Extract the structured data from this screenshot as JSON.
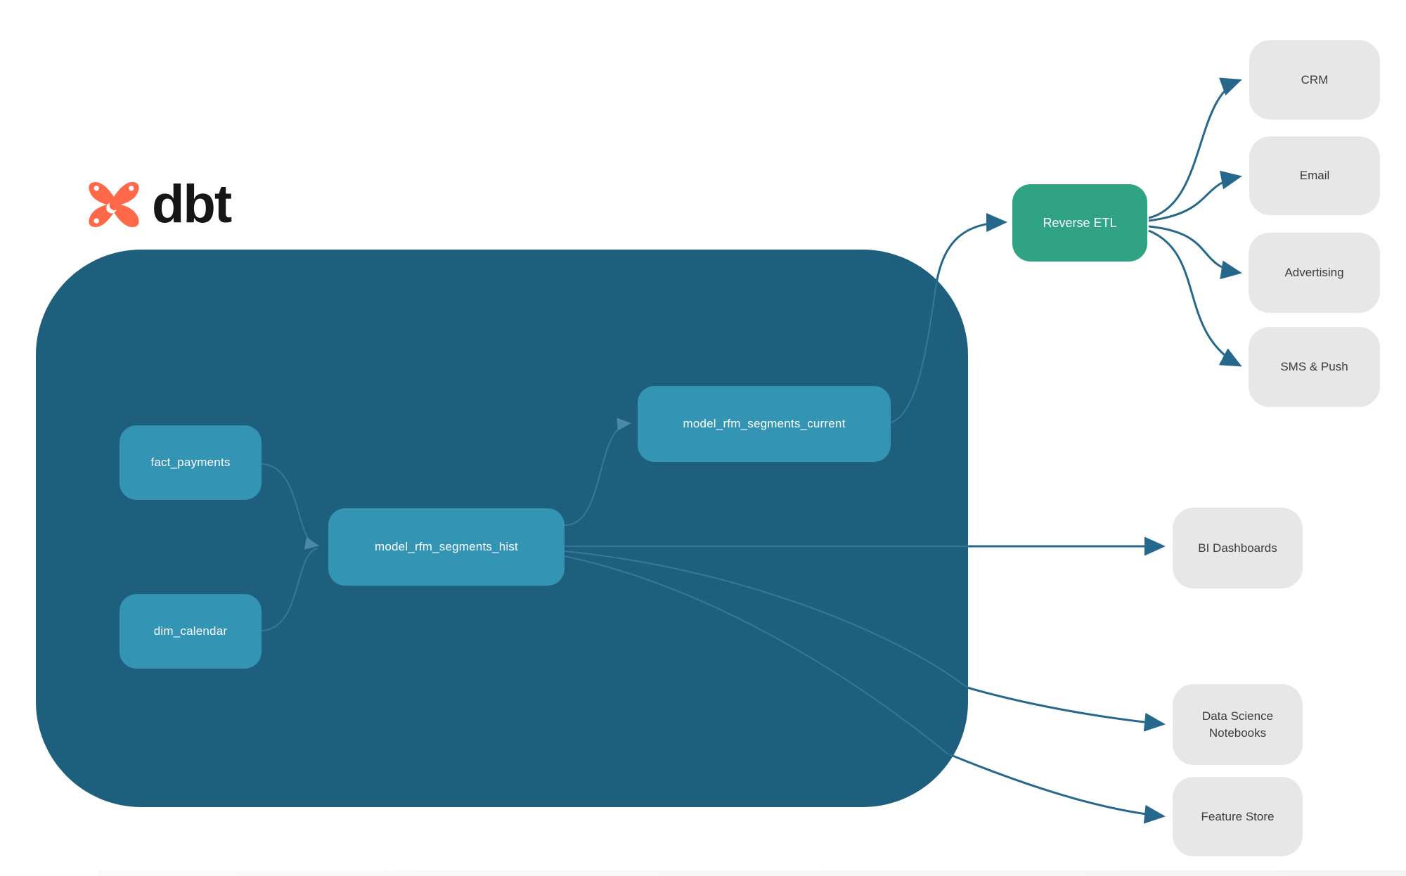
{
  "brand": {
    "name": "dbt"
  },
  "colors": {
    "container": "#1e5f7e",
    "node": "#3394b4",
    "reverse_etl": "#2fa383",
    "destination_box": "#e7e7e7",
    "edge_dark": "#26688c",
    "edge_light": "#36789a",
    "logo_orange": "#ff694a",
    "text_dark": "#3b3b3b",
    "text_light": "#ffffff"
  },
  "dbt_project": {
    "nodes": [
      {
        "id": "fact_payments",
        "label": "fact_payments"
      },
      {
        "id": "dim_calendar",
        "label": "dim_calendar"
      },
      {
        "id": "model_rfm_segments_hist",
        "label": "model_rfm_segments_hist"
      },
      {
        "id": "model_rfm_segments_current",
        "label": "model_rfm_segments_current"
      }
    ]
  },
  "reverse_etl": {
    "label": "Reverse ETL"
  },
  "destinations": [
    {
      "label": "CRM"
    },
    {
      "label": "Email"
    },
    {
      "label": "Advertising"
    },
    {
      "label": "SMS & Push"
    },
    {
      "label": "BI Dashboards"
    },
    {
      "label": "Data Science Notebooks"
    },
    {
      "label": "Feature Store"
    }
  ],
  "edges": [
    {
      "from": "fact_payments",
      "to": "model_rfm_segments_hist"
    },
    {
      "from": "dim_calendar",
      "to": "model_rfm_segments_hist"
    },
    {
      "from": "model_rfm_segments_hist",
      "to": "model_rfm_segments_current"
    },
    {
      "from": "model_rfm_segments_current",
      "to": "Reverse ETL"
    },
    {
      "from": "model_rfm_segments_hist",
      "to": "BI Dashboards"
    },
    {
      "from": "model_rfm_segments_hist",
      "to": "Data Science Notebooks"
    },
    {
      "from": "model_rfm_segments_hist",
      "to": "Feature Store"
    },
    {
      "from": "Reverse ETL",
      "to": "CRM"
    },
    {
      "from": "Reverse ETL",
      "to": "Email"
    },
    {
      "from": "Reverse ETL",
      "to": "Advertising"
    },
    {
      "from": "Reverse ETL",
      "to": "SMS & Push"
    }
  ]
}
